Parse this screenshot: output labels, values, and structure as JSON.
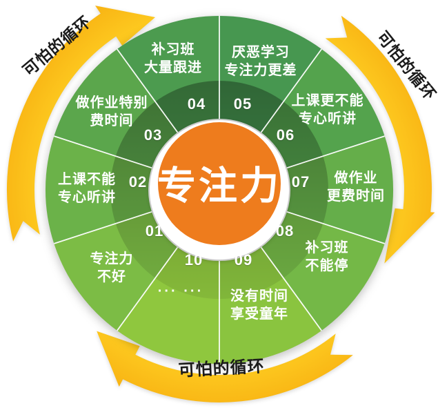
{
  "title": {
    "text": "专注力",
    "color": "#ffffff",
    "bg_color": "#ee7c1d"
  },
  "segments": [
    {
      "num": "01",
      "label": "专注力\n不好",
      "color": "#7cbc45"
    },
    {
      "num": "02",
      "label": "上课不能\n专心听讲",
      "color": "#6bb249"
    },
    {
      "num": "03",
      "label": "做作业特别\n费时间",
      "color": "#5ba64c"
    },
    {
      "num": "04",
      "label": "补习班\n大量跟进",
      "color": "#4c9b4f"
    },
    {
      "num": "05",
      "label": "厌恶学习\n专注力更差",
      "color": "#479750"
    },
    {
      "num": "06",
      "label": "上课更不能\n专心听讲",
      "color": "#54a34d"
    },
    {
      "num": "07",
      "label": "做作业\n更费时间",
      "color": "#65ae4a"
    },
    {
      "num": "08",
      "label": "补习班\n不能停",
      "color": "#74b847"
    },
    {
      "num": "09",
      "label": "没有时间\n享受童年",
      "color": "#8ac43f"
    },
    {
      "num": "10",
      "label": "··· ···",
      "color": "#8fc73e"
    }
  ],
  "arrows": {
    "top_left": {
      "label": "可怕的循环"
    },
    "top_right": {
      "label": "可怕的循环"
    },
    "bottom": {
      "label": "可怕的循环"
    },
    "color": "#fbc014",
    "color_light": "#fdc81f",
    "color_deep": "#f8b313",
    "label_color": "#1b1b1b"
  }
}
